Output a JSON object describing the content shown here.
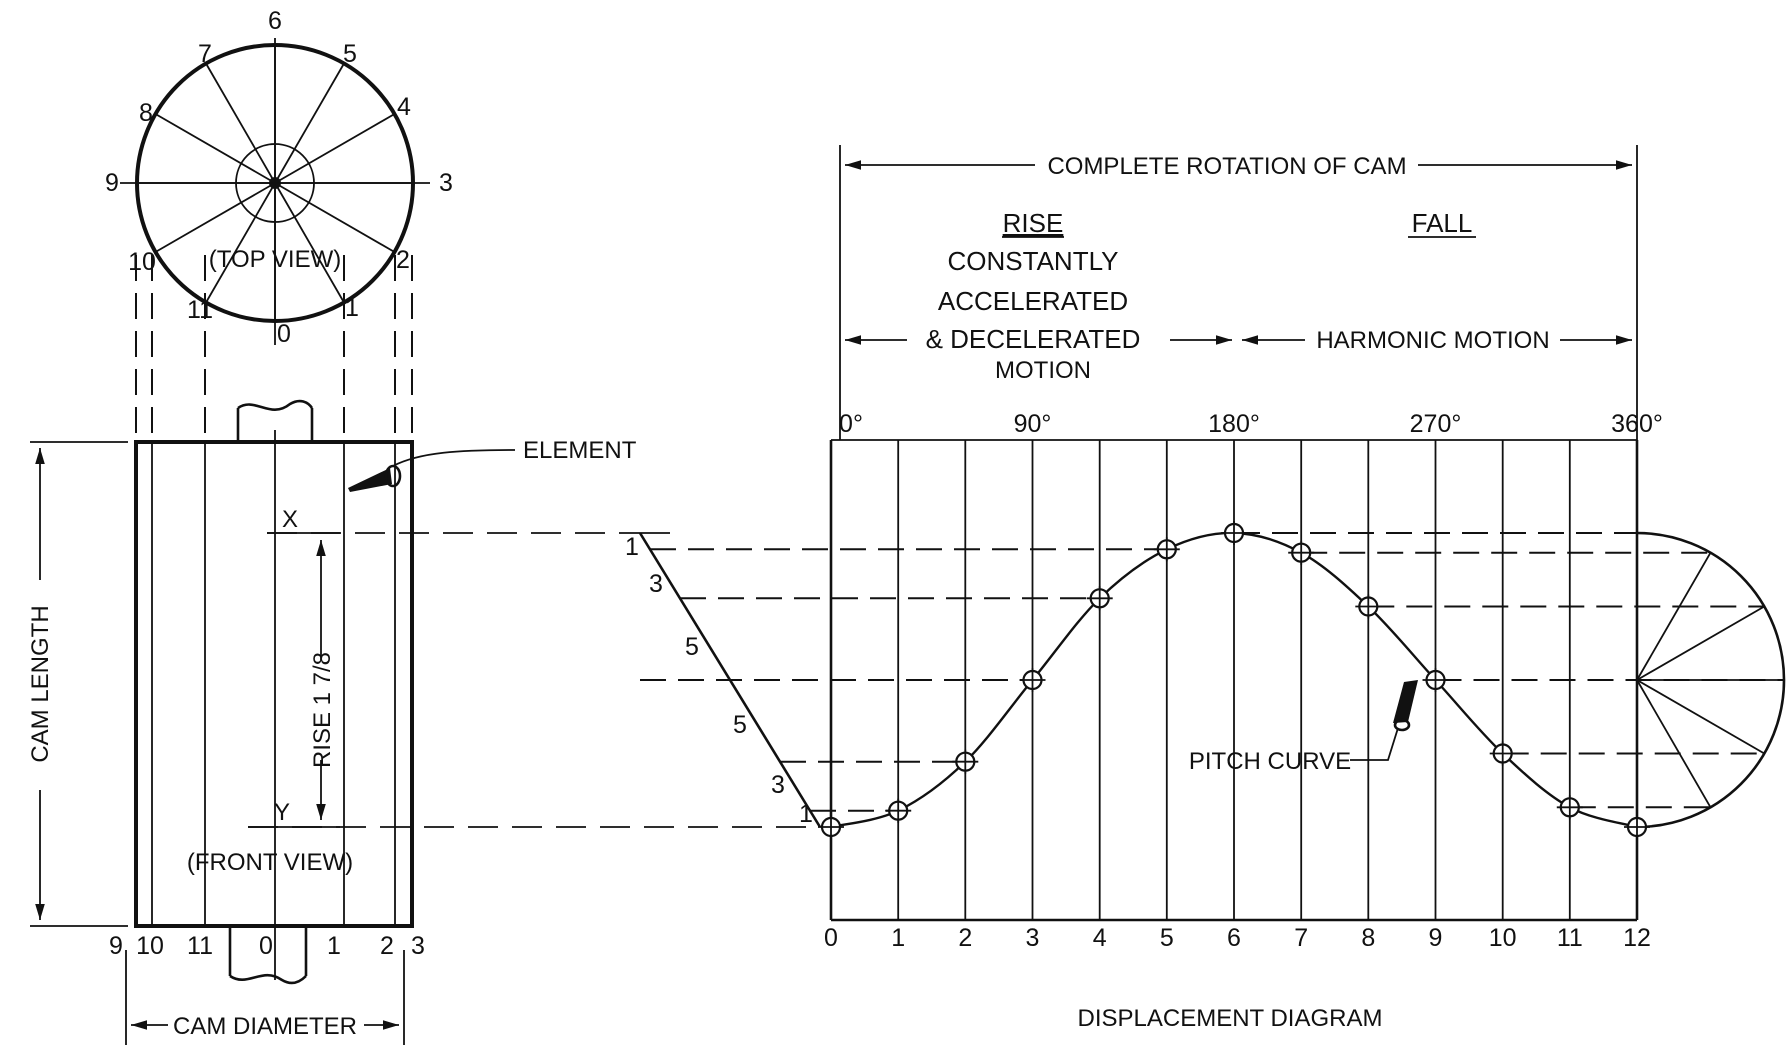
{
  "labels": {
    "complete_rotation": "COMPLETE ROTATION OF CAM",
    "rise": "RISE",
    "fall": "FALL",
    "rise_desc_1": "CONSTANTLY",
    "rise_desc_2": "ACCELERATED",
    "rise_desc_3": "& DECELERATED",
    "rise_desc_4": "MOTION",
    "harmonic_motion": "HARMONIC MOTION",
    "element": "ELEMENT",
    "top_view": "(TOP VIEW)",
    "front_view": "(FRONT VIEW)",
    "cam_length": "CAM LENGTH",
    "cam_diameter": "CAM DIAMETER",
    "rise_dim": "RISE 1 7/8",
    "pitch_curve": "PITCH CURVE",
    "displacement_diagram": "DISPLACEMENT DIAGRAM",
    "x_mark": "X",
    "y_mark": "Y"
  },
  "degree_labels": [
    "0°",
    "90°",
    "180°",
    "270°",
    "360°"
  ],
  "division_labels": [
    "0",
    "1",
    "2",
    "3",
    "4",
    "5",
    "6",
    "7",
    "8",
    "9",
    "10",
    "11",
    "12"
  ],
  "top_view_labels": [
    "0",
    "1",
    "2",
    "3",
    "4",
    "5",
    "6",
    "7",
    "8",
    "9",
    "10",
    "11"
  ],
  "front_view_labels": [
    "9",
    "10",
    "11",
    "0",
    "1",
    "2",
    "3"
  ],
  "rise_scale_labels": [
    "1",
    "3",
    "5",
    "5",
    "3",
    "1"
  ],
  "displacement": {
    "divisions": [
      0,
      1,
      2,
      3,
      4,
      5,
      6,
      7,
      8,
      9,
      10,
      11,
      12
    ],
    "rise_fraction": [
      0,
      0.0556,
      0.2222,
      0.5,
      0.7778,
      0.9444,
      1,
      0.933,
      0.75,
      0.5,
      0.25,
      0.067,
      0
    ]
  }
}
